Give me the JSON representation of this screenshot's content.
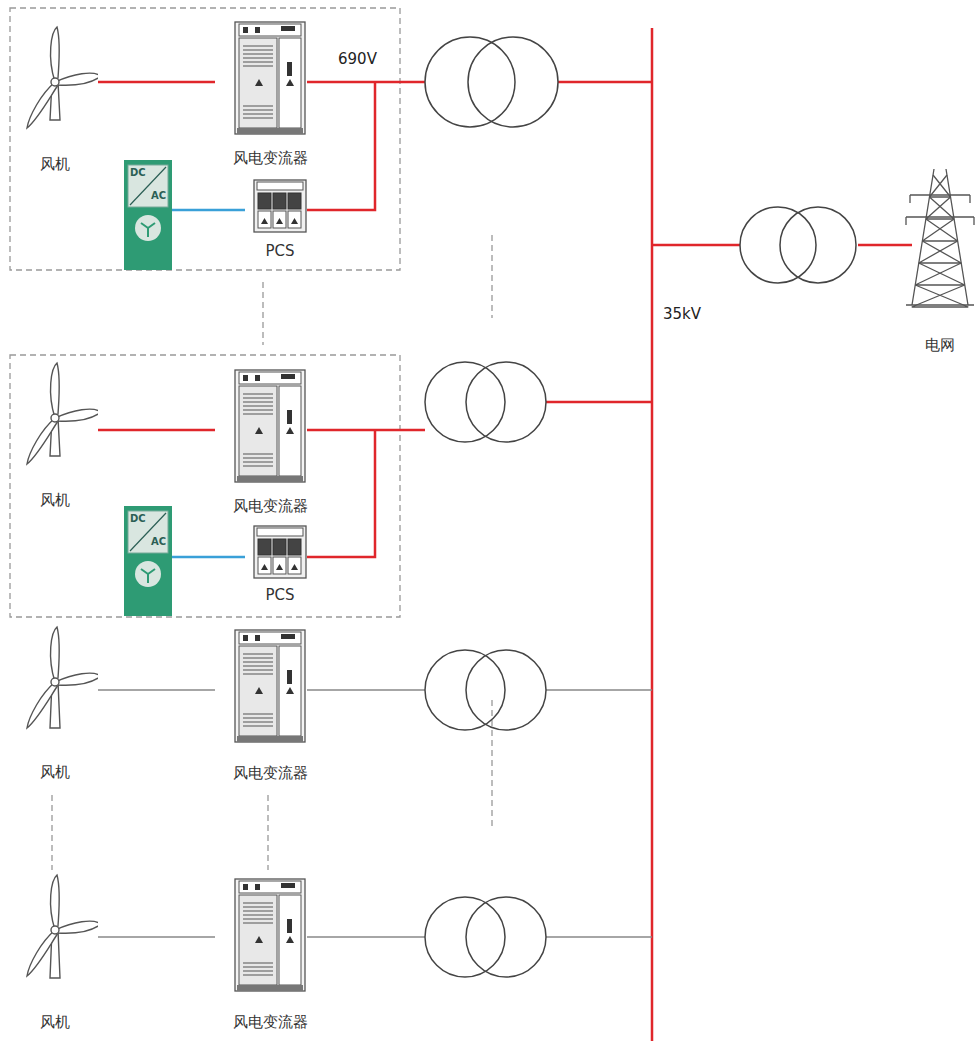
{
  "diagram": {
    "nodes": [
      {
        "text": [
          "风机"
        ]
      },
      {
        "text": [
          "风电变流器"
        ]
      },
      {
        "text": [
          "DC",
          "AC"
        ]
      },
      {
        "text": [
          "PCS"
        ]
      },
      {
        "text": [
          "风机"
        ]
      },
      {
        "text": [
          "风电变流器"
        ]
      },
      {
        "text": [
          "DC",
          "AC"
        ]
      },
      {
        "text": [
          "PCS"
        ]
      },
      {
        "text": [
          "风机"
        ]
      },
      {
        "text": [
          "风电变流器"
        ]
      },
      {
        "text": [
          "风机"
        ]
      },
      {
        "text": [
          "风电变流器"
        ]
      },
      {
        "text": [
          "电网"
        ]
      }
    ],
    "edges": [
      {
        "from": 0,
        "to": 1,
        "arrow": "none"
      },
      {
        "from": 2,
        "to": 3,
        "arrow": "none"
      },
      {
        "from": 4,
        "to": 5,
        "arrow": "none"
      },
      {
        "from": 6,
        "to": 7,
        "arrow": "none"
      },
      {
        "from": 8,
        "to": 9,
        "arrow": "none"
      },
      {
        "from": 10,
        "to": 11,
        "arrow": "none"
      }
    ],
    "labels": [
      "690V",
      "35kV"
    ]
  }
}
